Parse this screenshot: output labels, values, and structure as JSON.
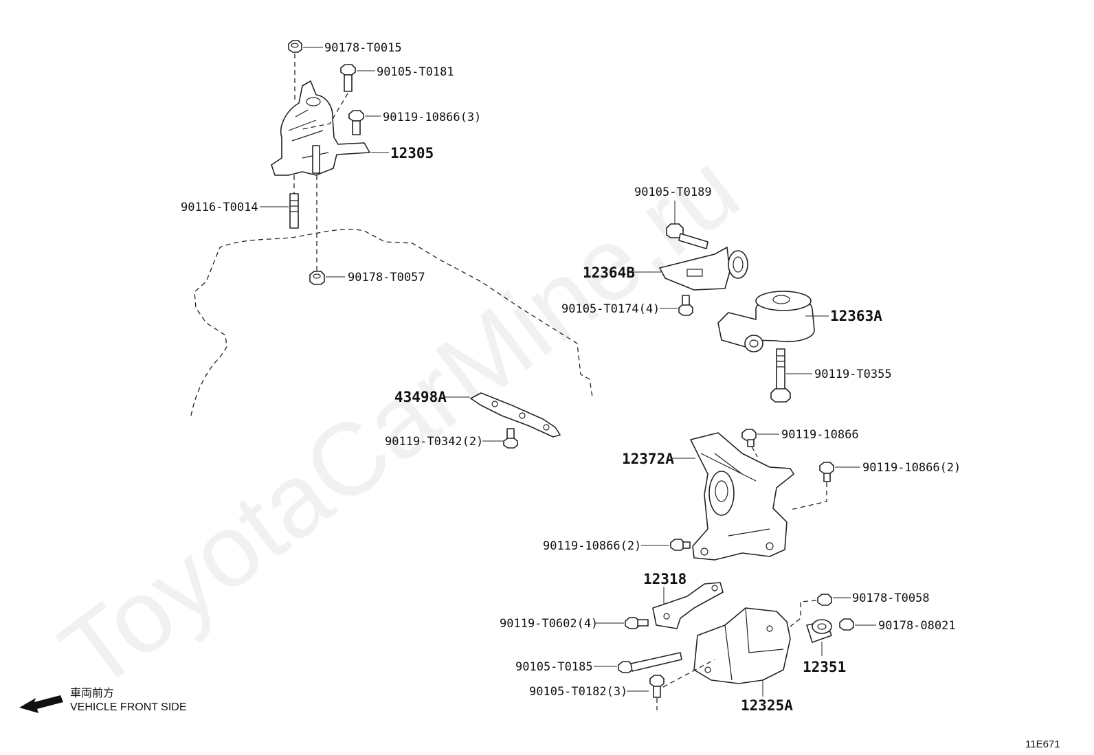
{
  "watermark": "ToyotaCarMine.ru",
  "labels": {
    "p_90178_T0015": "90178-T0015",
    "p_90105_T0181": "90105-T0181",
    "p_90119_10866_3": "90119-10866(3)",
    "p_12305": "12305",
    "p_90116_T0014": "90116-T0014",
    "p_90178_T0057": "90178-T0057",
    "p_90105_T0189": "90105-T0189",
    "p_12364B": "12364B",
    "p_90105_T0174_4": "90105-T0174(4)",
    "p_12363A": "12363A",
    "p_90119_T0355": "90119-T0355",
    "p_43498A": "43498A",
    "p_90119_T0342_2": "90119-T0342(2)",
    "p_90119_10866": "90119-10866",
    "p_12372A": "12372A",
    "p_90119_10866_2_right": "90119-10866(2)",
    "p_90119_10866_2_left": "90119-10866(2)",
    "p_12318": "12318",
    "p_90178_T0058": "90178-T0058",
    "p_90119_T0602_4": "90119-T0602(4)",
    "p_90178_08021": "90178-08021",
    "p_90105_T0185": "90105-T0185",
    "p_12351": "12351",
    "p_90105_T0182_3": "90105-T0182(3)",
    "p_12325A": "12325A"
  },
  "front_note": {
    "japanese": "車両前方",
    "english": "VEHICLE FRONT SIDE"
  },
  "diagram_code": "11E671"
}
